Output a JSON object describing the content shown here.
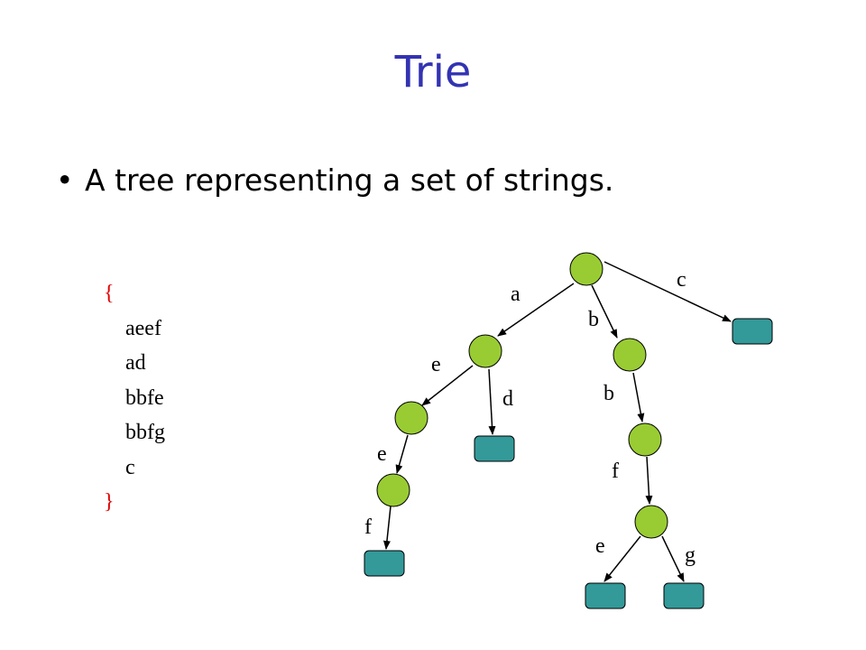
{
  "title": "Trie",
  "bullet": {
    "marker": "•",
    "text": "A tree representing a set of strings."
  },
  "string_set": {
    "open_brace": "{",
    "items": [
      "aeef",
      "ad",
      "bbfe",
      "bbfg",
      "c"
    ],
    "close_brace": "}"
  },
  "trie": {
    "edges": [
      {
        "from": "root",
        "to": "n_a",
        "label": "a"
      },
      {
        "from": "root",
        "to": "n_b",
        "label": "b"
      },
      {
        "from": "root",
        "to": "leaf_c",
        "label": "c"
      },
      {
        "from": "n_a",
        "to": "n_ae",
        "label": "e"
      },
      {
        "from": "n_a",
        "to": "leaf_ad",
        "label": "d"
      },
      {
        "from": "n_ae",
        "to": "n_aee",
        "label": "e"
      },
      {
        "from": "n_aee",
        "to": "leaf_aeef",
        "label": "f"
      },
      {
        "from": "n_b",
        "to": "n_bb",
        "label": "b"
      },
      {
        "from": "n_bb",
        "to": "n_bbf",
        "label": "f"
      },
      {
        "from": "n_bbf",
        "to": "leaf_bbfe",
        "label": "e"
      },
      {
        "from": "n_bbf",
        "to": "leaf_bbfg",
        "label": "g"
      }
    ]
  },
  "colors": {
    "title": "#3333b3",
    "brace": "#e00000",
    "internal_node": "#99cc33",
    "leaf_node": "#339999"
  }
}
